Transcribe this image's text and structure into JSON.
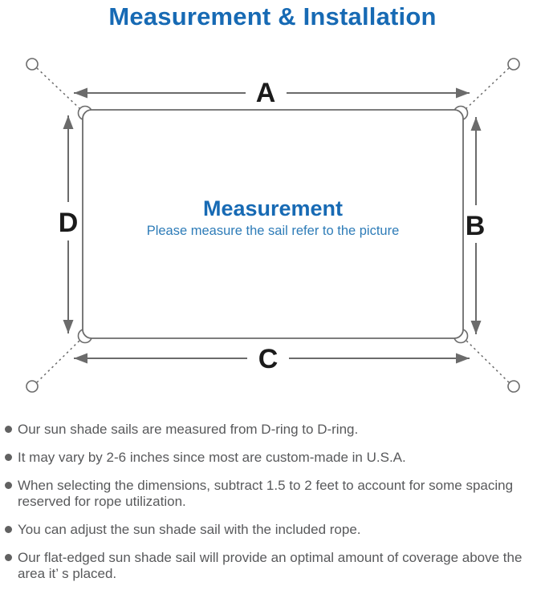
{
  "title": "Measurement & Installation",
  "diagram": {
    "center_title": "Measurement",
    "center_subtitle": "Please measure the sail refer to the picture",
    "dimension_labels": {
      "top": "A",
      "right": "B",
      "bottom": "C",
      "left": "D"
    }
  },
  "notes": [
    "Our sun shade sails are measured from D-ring to D-ring.",
    "It may vary by 2-6 inches since most are custom-made in U.S.A.",
    "When selecting the dimensions, subtract 1.5 to 2 feet to account for some spacing reserved for rope utilization.",
    "You can adjust the sun shade sail with the included rope.",
    "Our flat-edged sun shade sail will provide an optimal amount of coverage above the area it’ s placed."
  ],
  "colors": {
    "title_blue": "#176ab4",
    "subtitle_blue": "#2e7cb8",
    "diagram_gray": "#6b6b6b",
    "label_black": "#1b1b1b",
    "note_gray": "#58595b"
  }
}
